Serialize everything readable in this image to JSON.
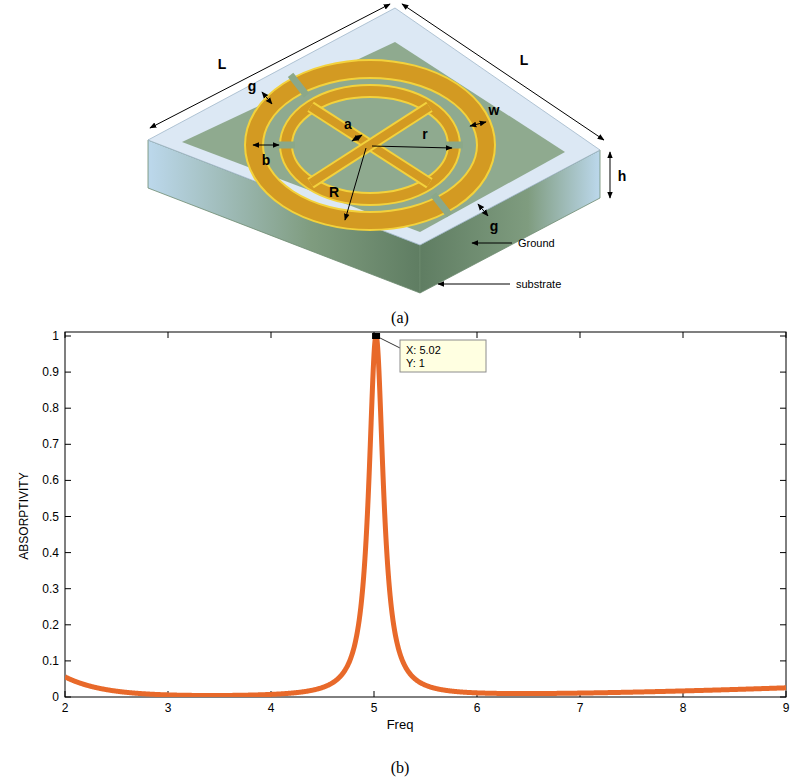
{
  "diagram": {
    "labels": [
      "L",
      "L",
      "g",
      "a",
      "b",
      "r",
      "w",
      "R",
      "g",
      "h",
      "Ground",
      "substrate",
      "(a)",
      "X: 5.02",
      "Y: 1",
      "0",
      "0.1",
      "0.2",
      "0.3",
      "0.4",
      "0.5",
      "0.6",
      "0.7",
      "0.8",
      "0.9",
      "1",
      "2",
      "3",
      "4",
      "5",
      "6",
      "7",
      "8",
      "9",
      "ABSORPTIVITY",
      "Freq",
      "(b)"
    ]
  }
}
